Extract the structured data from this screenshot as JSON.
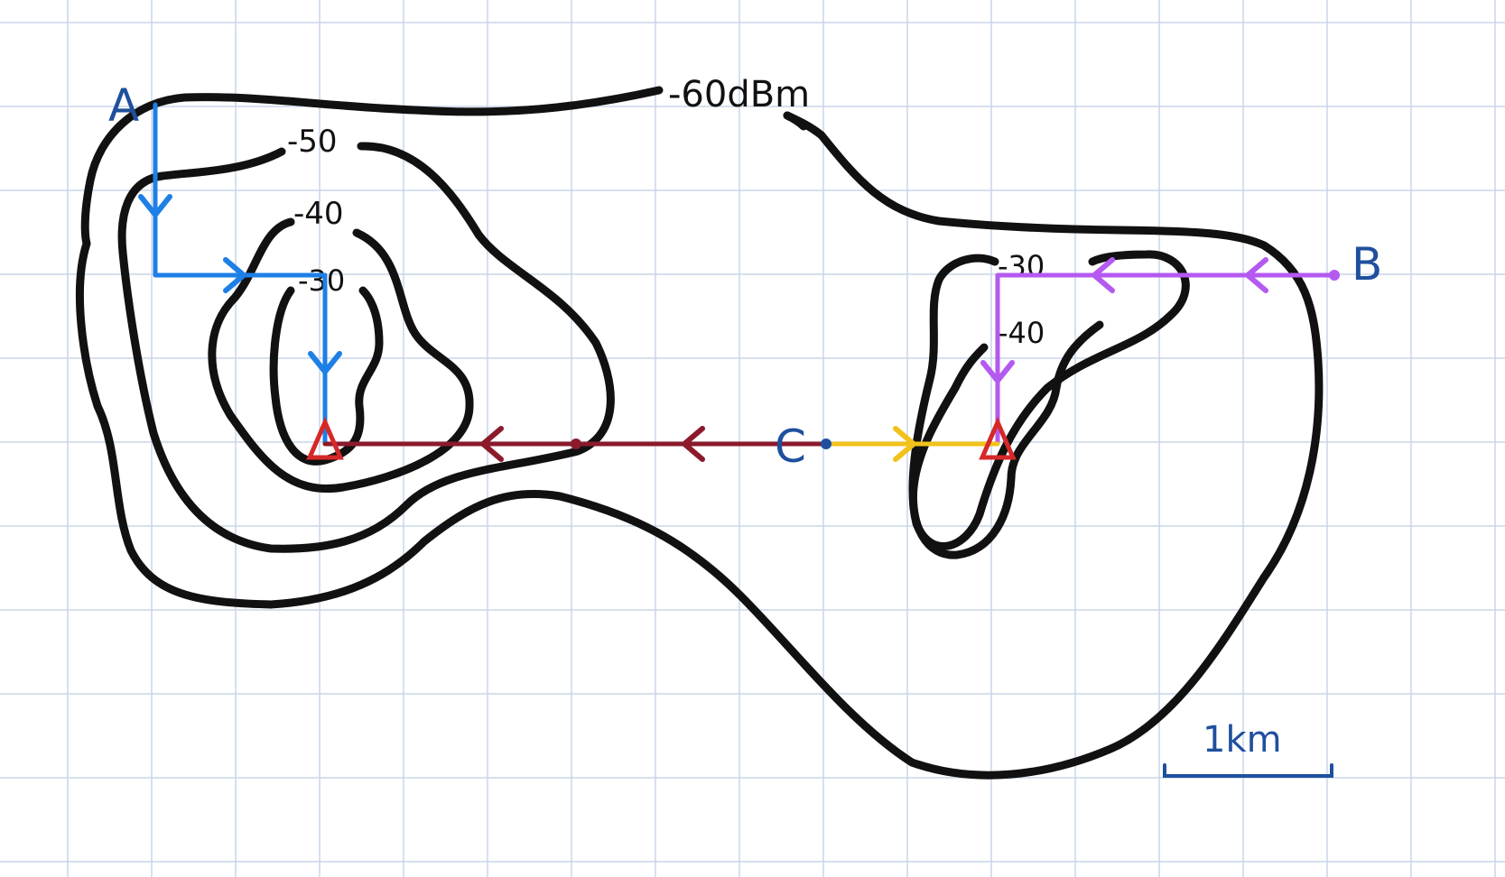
{
  "diagram": {
    "contour_labels": {
      "outer": "-60dBm",
      "left_50": "-50",
      "left_40": "-40",
      "left_30": "-30",
      "right_30": "-30",
      "right_40": "-40"
    },
    "points": {
      "a": "A",
      "b": "B",
      "c": "C"
    },
    "scale": {
      "label": "1km"
    },
    "colors": {
      "contour": "#111111",
      "grid": "#c8d6e8",
      "route_a": "#1e7fe6",
      "route_b": "#b45af0",
      "route_c_left": "#8b1a2b",
      "route_c_right": "#f2c21a",
      "tower": "#d62828",
      "point_label": "#1f4f9e",
      "scale": "#1f4f9e"
    },
    "icons": {
      "tower_left": "red-triangle",
      "tower_right": "red-triangle"
    }
  }
}
